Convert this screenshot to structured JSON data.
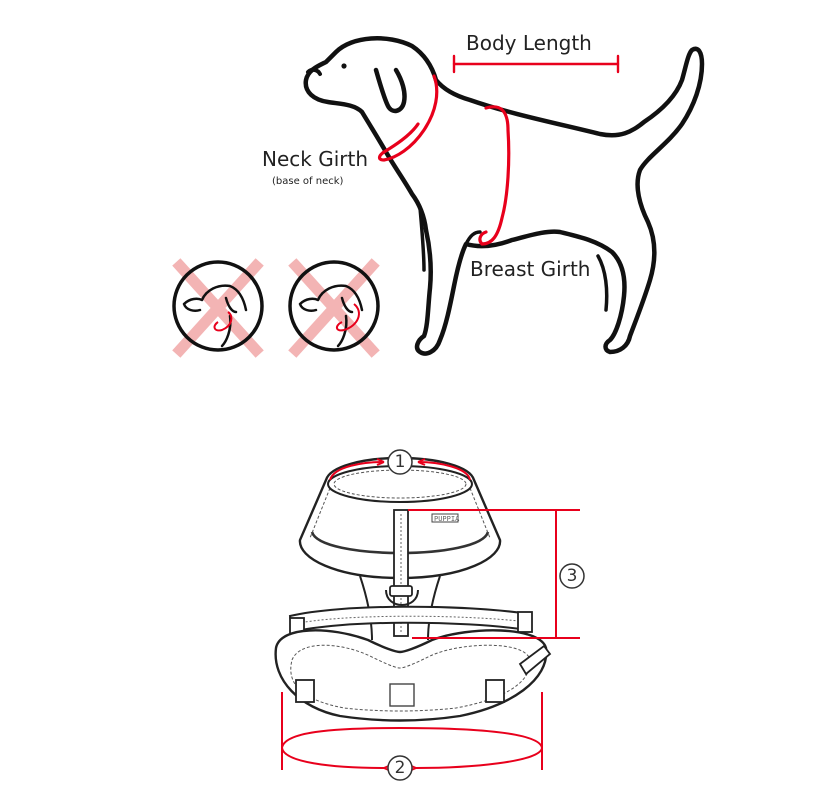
{
  "labels": {
    "body_length": "Body Length",
    "neck_girth": "Neck Girth",
    "neck_girth_note": "(base of neck)",
    "breast_girth": "Breast Girth"
  },
  "harness": {
    "markers": [
      "1",
      "2",
      "3"
    ],
    "tag": "PUPPIA"
  },
  "colors": {
    "measure": "#e8001c",
    "outline": "#111111",
    "wrong_cross": "#f3b4b4"
  }
}
